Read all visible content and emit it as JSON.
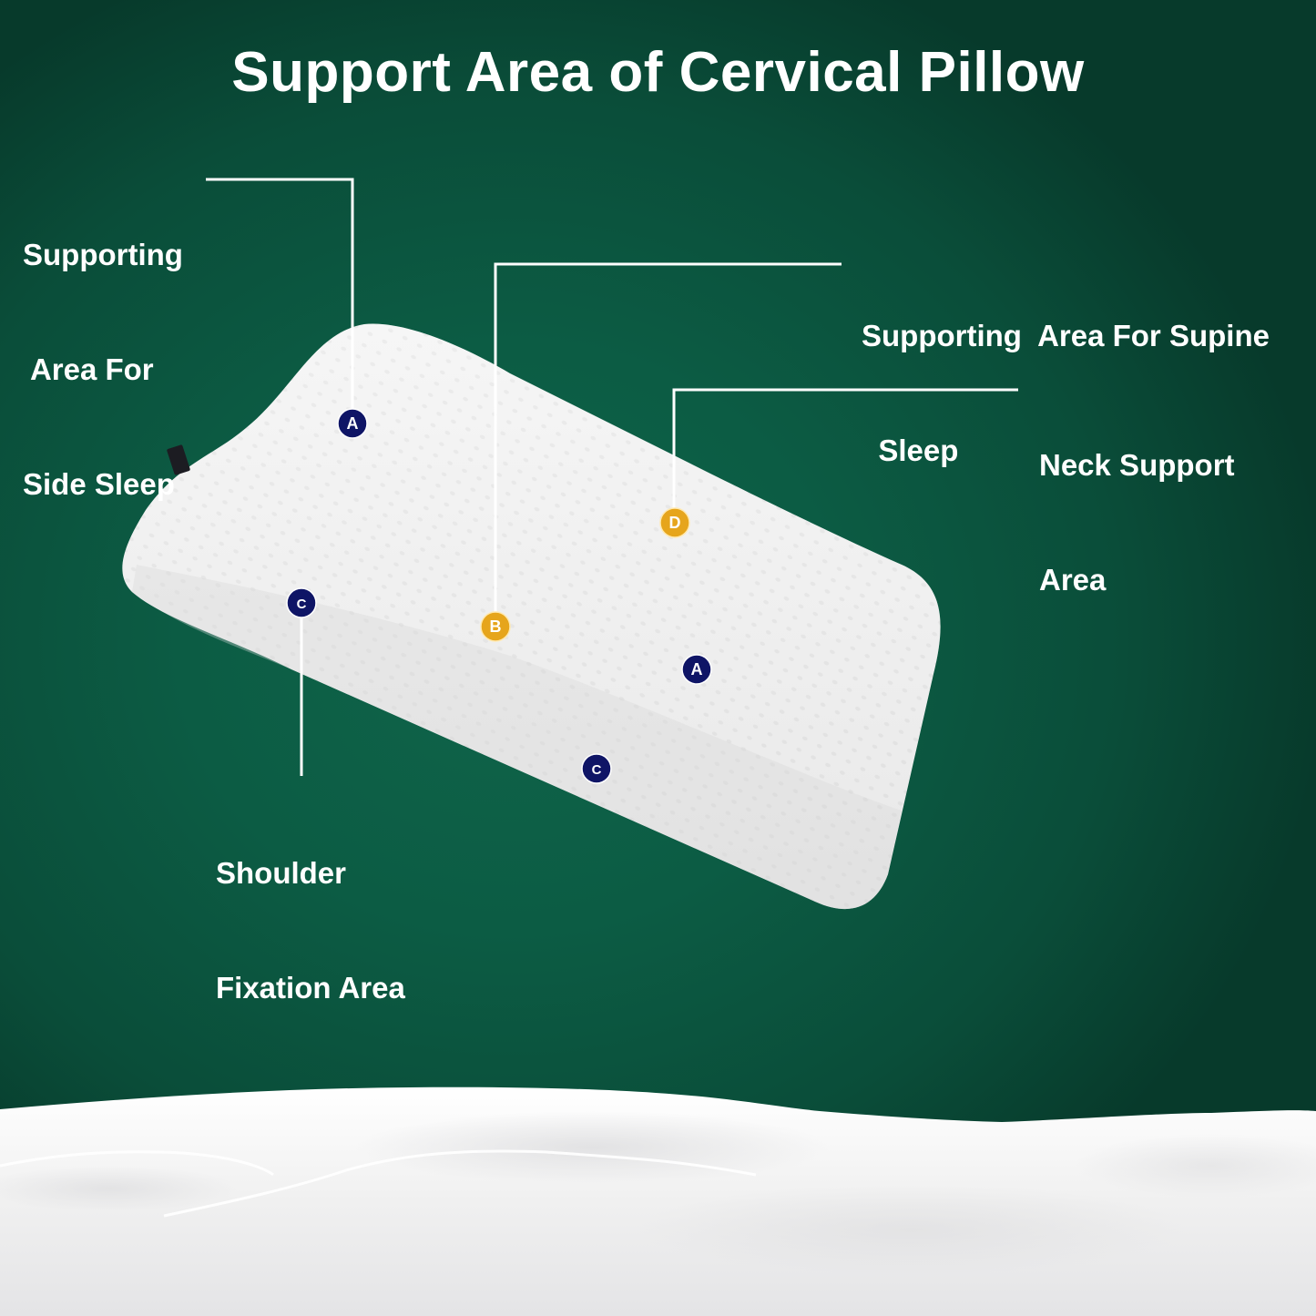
{
  "title": "Support Area of Cervical Pillow",
  "labels": {
    "side_sleep": {
      "line1": "Supporting",
      "line2": " Area For",
      "line3": "Side Sleep"
    },
    "supine_sleep": {
      "line1": "Supporting  Area For Supine",
      "line2": "  Sleep"
    },
    "neck_support": {
      "line1": "Neck Support",
      "line2": "Area"
    },
    "shoulder_fixation": {
      "line1": "Shoulder",
      "line2": "Fixation Area"
    }
  },
  "markers": [
    {
      "letter": "A",
      "area": "Supporting Area For Side Sleep",
      "color": "#0f1566"
    },
    {
      "letter": "B",
      "area": "Supporting Area For Supine Sleep",
      "color": "#e6a51c"
    },
    {
      "letter": "C",
      "area": "Shoulder Fixation Area",
      "color": "#0f1566"
    },
    {
      "letter": "D",
      "area": "Neck Support Area",
      "color": "#e6a51c"
    },
    {
      "letter": "A",
      "area": "Supporting Area For Side Sleep",
      "color": "#0f1566"
    },
    {
      "letter": "C",
      "area": "Shoulder Fixation Area",
      "color": "#0f1566"
    }
  ],
  "colors": {
    "background": "#0c5c44",
    "marker_navy": "#0f1566",
    "marker_gold": "#e6a51c",
    "text": "#ffffff"
  }
}
